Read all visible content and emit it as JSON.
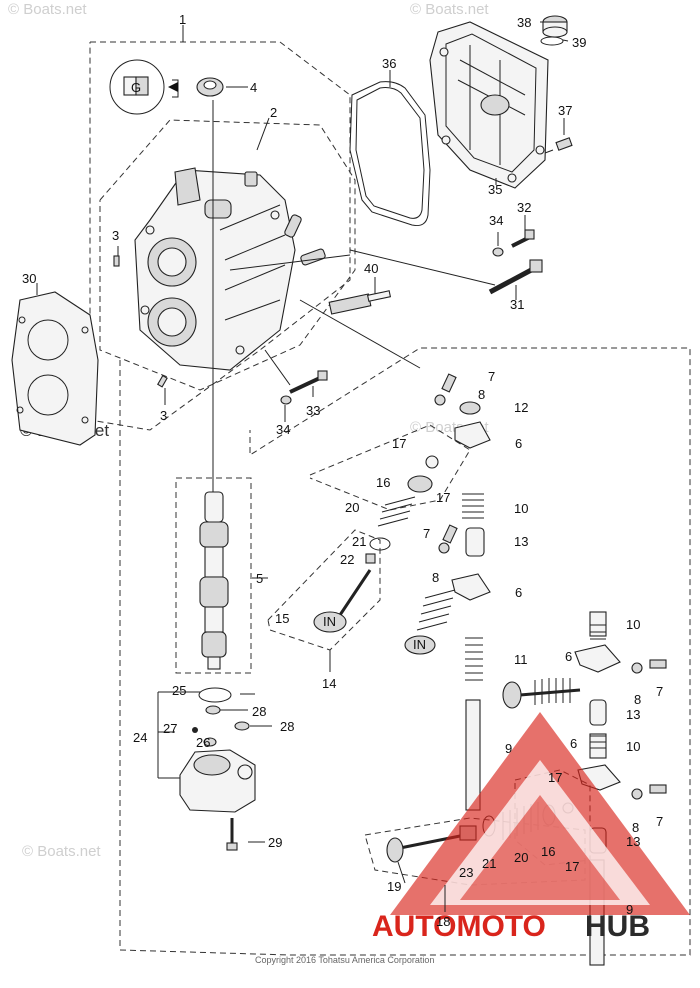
{
  "watermark": {
    "text": "© Boats.net"
  },
  "copyright": "Copyright 2016 Tohatsu America Corporation",
  "logo": {
    "text_red": "AUTOMOTO",
    "text_dark": "HUB",
    "red": "#d9251c",
    "dark": "#2b2b2b"
  },
  "callouts": [
    {
      "id": "c1",
      "label": "1"
    },
    {
      "id": "c2",
      "label": "2"
    },
    {
      "id": "c3a",
      "label": "3"
    },
    {
      "id": "c3b",
      "label": "3"
    },
    {
      "id": "c4",
      "label": "4"
    },
    {
      "id": "c5",
      "label": "5"
    },
    {
      "id": "c6a",
      "label": "6"
    },
    {
      "id": "c6b",
      "label": "6"
    },
    {
      "id": "c6c",
      "label": "6"
    },
    {
      "id": "c6d",
      "label": "6"
    },
    {
      "id": "c7a",
      "label": "7"
    },
    {
      "id": "c7b",
      "label": "7"
    },
    {
      "id": "c7c",
      "label": "7"
    },
    {
      "id": "c7d",
      "label": "7"
    },
    {
      "id": "c8a",
      "label": "8"
    },
    {
      "id": "c8b",
      "label": "8"
    },
    {
      "id": "c8c",
      "label": "8"
    },
    {
      "id": "c8d",
      "label": "8"
    },
    {
      "id": "c9a",
      "label": "9"
    },
    {
      "id": "c9b",
      "label": "9"
    },
    {
      "id": "c10a",
      "label": "10"
    },
    {
      "id": "c10b",
      "label": "10"
    },
    {
      "id": "c10c",
      "label": "10"
    },
    {
      "id": "c11",
      "label": "11"
    },
    {
      "id": "c12",
      "label": "12"
    },
    {
      "id": "c13a",
      "label": "13"
    },
    {
      "id": "c13b",
      "label": "13"
    },
    {
      "id": "c13c",
      "label": "13"
    },
    {
      "id": "c14",
      "label": "14"
    },
    {
      "id": "c15",
      "label": "15"
    },
    {
      "id": "c16a",
      "label": "16"
    },
    {
      "id": "c16b",
      "label": "16"
    },
    {
      "id": "c17a",
      "label": "17"
    },
    {
      "id": "c17b",
      "label": "17"
    },
    {
      "id": "c17c",
      "label": "17"
    },
    {
      "id": "c17d",
      "label": "17"
    },
    {
      "id": "c18",
      "label": "18"
    },
    {
      "id": "c19",
      "label": "19"
    },
    {
      "id": "c20a",
      "label": "20"
    },
    {
      "id": "c20b",
      "label": "20"
    },
    {
      "id": "c21a",
      "label": "21"
    },
    {
      "id": "c21b",
      "label": "21"
    },
    {
      "id": "c22",
      "label": "22"
    },
    {
      "id": "c23",
      "label": "23"
    },
    {
      "id": "c24",
      "label": "24"
    },
    {
      "id": "c25",
      "label": "25"
    },
    {
      "id": "c26",
      "label": "26"
    },
    {
      "id": "c27",
      "label": "27"
    },
    {
      "id": "c28a",
      "label": "28"
    },
    {
      "id": "c28b",
      "label": "28"
    },
    {
      "id": "c29",
      "label": "29"
    },
    {
      "id": "c30",
      "label": "30"
    },
    {
      "id": "c31",
      "label": "31"
    },
    {
      "id": "c32",
      "label": "32"
    },
    {
      "id": "c33",
      "label": "33"
    },
    {
      "id": "c34a",
      "label": "34"
    },
    {
      "id": "c34b",
      "label": "34"
    },
    {
      "id": "c35",
      "label": "35"
    },
    {
      "id": "c36",
      "label": "36"
    },
    {
      "id": "c37",
      "label": "37"
    },
    {
      "id": "c38",
      "label": "38"
    },
    {
      "id": "c39",
      "label": "39"
    },
    {
      "id": "c40",
      "label": "40"
    }
  ],
  "stamps": {
    "valve_label": "IN"
  }
}
